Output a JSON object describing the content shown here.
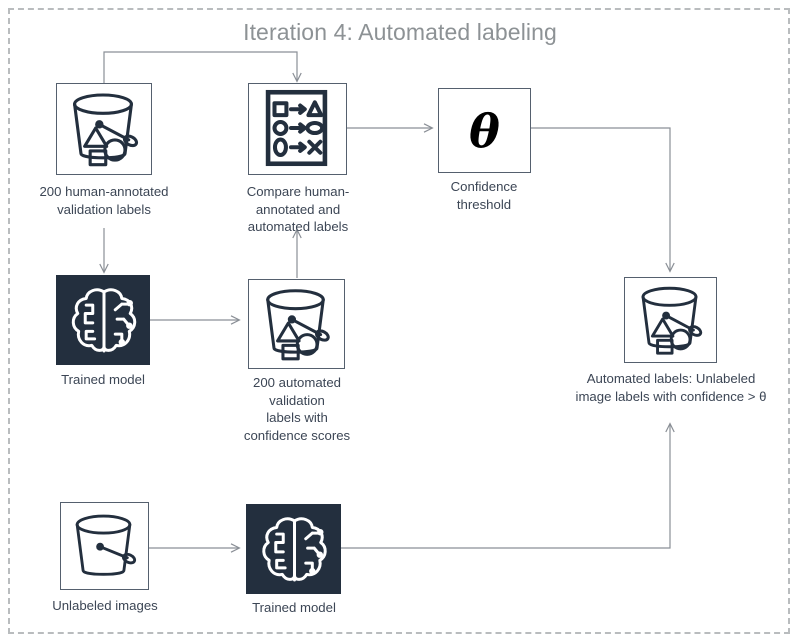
{
  "diagram": {
    "title": "Iteration 4: Automated labeling",
    "frame_style": "dashed",
    "colors": {
      "frame_border": "#b9bcbe",
      "title_text": "#8d9295",
      "icon_stroke": "#232f3e",
      "dark_box_fill": "#232f3e",
      "box_border": "#55606e",
      "wire": "#8a8f96",
      "caption_text": "#3c4655"
    },
    "nodes": [
      {
        "id": "human-validation-labels",
        "icon": "bucket-with-shapes-icon",
        "caption": "200 human-annotated\nvalidation labels",
        "style": "light"
      },
      {
        "id": "compare-labels",
        "icon": "compare-mapping-icon",
        "caption": "Compare human-\nannotated and\nautomated labels",
        "style": "light"
      },
      {
        "id": "confidence-threshold",
        "icon": "theta-symbol",
        "glyph": "θ",
        "caption": "Confidence\nthreshold",
        "style": "light"
      },
      {
        "id": "trained-model-top",
        "icon": "brain-circuit-icon",
        "caption": "Trained model",
        "style": "dark"
      },
      {
        "id": "automated-validation-labels",
        "icon": "bucket-with-shapes-icon",
        "caption": "200 automated\nvalidation\nlabels with\nconfidence scores",
        "style": "light"
      },
      {
        "id": "automated-labels-output",
        "icon": "bucket-with-shapes-icon",
        "caption": "Automated labels: Unlabeled\nimage labels with confidence > θ",
        "style": "light"
      },
      {
        "id": "unlabeled-images",
        "icon": "bucket-empty-icon",
        "caption": "Unlabeled images",
        "style": "light"
      },
      {
        "id": "trained-model-bottom",
        "icon": "brain-circuit-icon",
        "caption": "Trained model",
        "style": "dark"
      }
    ],
    "compare_icon_rows": [
      {
        "from": "square",
        "to": "triangle"
      },
      {
        "from": "circle",
        "to": "ellipse"
      },
      {
        "from": "oval",
        "to": "cross"
      }
    ],
    "edges": [
      {
        "from": "human-validation-labels",
        "to": "compare-labels",
        "route": "up-over-down"
      },
      {
        "from": "human-validation-labels",
        "to": "trained-model-top",
        "route": "down"
      },
      {
        "from": "trained-model-top",
        "to": "automated-validation-labels",
        "route": "right"
      },
      {
        "from": "automated-validation-labels",
        "to": "compare-labels",
        "route": "up"
      },
      {
        "from": "compare-labels",
        "to": "confidence-threshold",
        "route": "right"
      },
      {
        "from": "confidence-threshold",
        "to": "automated-labels-output",
        "route": "right-down"
      },
      {
        "from": "unlabeled-images",
        "to": "trained-model-bottom",
        "route": "right"
      },
      {
        "from": "trained-model-bottom",
        "to": "automated-labels-output",
        "route": "right-up"
      }
    ]
  }
}
